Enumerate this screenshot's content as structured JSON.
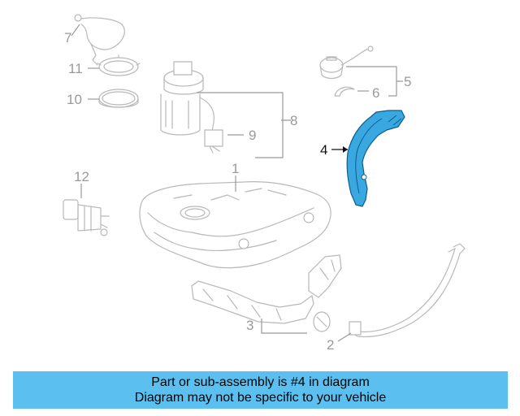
{
  "callouts": {
    "c1": "1",
    "c2": "2",
    "c3": "3",
    "c4": "4",
    "c5": "5",
    "c6": "6",
    "c7": "7",
    "c8": "8",
    "c9": "9",
    "c10": "10",
    "c11": "11",
    "c12": "12"
  },
  "banner": {
    "line1": "Part or sub-assembly is #4 in diagram",
    "line2": "Diagram may not be specific to your vehicle"
  },
  "colors": {
    "highlight_part": "#3aa8e0",
    "banner_bg": "#5bc0f0",
    "other_parts": "#b8b8b8"
  }
}
